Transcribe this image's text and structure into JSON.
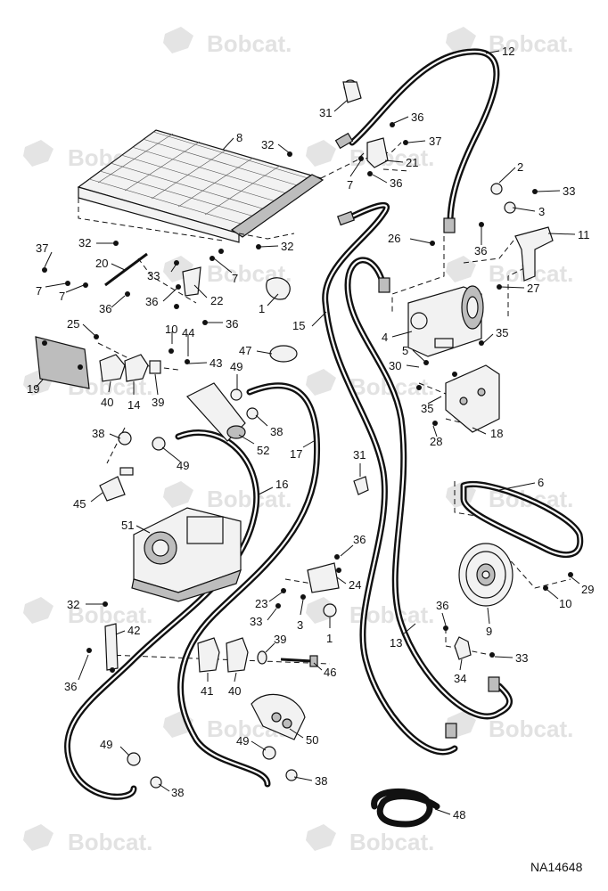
{
  "watermark": {
    "brand": "Bobcat."
  },
  "figure_id": "NA14648",
  "callouts": {
    "c12": "12",
    "c31a": "31",
    "c36a": "36",
    "c37a": "37",
    "c8": "8",
    "c32a": "32",
    "c21": "21",
    "c7a": "7",
    "c36b": "36",
    "c2": "2",
    "c33a": "33",
    "c3a": "3",
    "c26": "26",
    "c36c": "36",
    "c11": "11",
    "c37b": "37",
    "c32b": "32",
    "c32c": "32",
    "c20": "20",
    "c7b": "7",
    "c7c": "7",
    "c33b": "33",
    "c7d": "7",
    "c22": "22",
    "c36d": "36",
    "c36e": "36",
    "c1a": "1",
    "c36f": "36",
    "c27": "27",
    "c25": "25",
    "c10a": "10",
    "c44": "44",
    "c15": "15",
    "c4": "4",
    "c35a": "35",
    "c47": "47",
    "c43": "43",
    "c5": "5",
    "c30": "30",
    "c19": "19",
    "c40a": "40",
    "c14": "14",
    "c39a": "39",
    "c49a": "49",
    "c35b": "35",
    "c18": "18",
    "c38a": "38",
    "c28": "28",
    "c38b": "38",
    "c52": "52",
    "c17": "17",
    "c49b": "49",
    "c31b": "31",
    "c6": "6",
    "c45": "45",
    "c16": "16",
    "c51": "51",
    "c36g": "36",
    "c24": "24",
    "c23": "23",
    "c29": "29",
    "c10b": "10",
    "c32d": "32",
    "c33c": "33",
    "c3b": "3",
    "c1b": "1",
    "c36h": "36",
    "c9": "9",
    "c42": "42",
    "c13": "13",
    "c39b": "39",
    "c33d": "33",
    "c36i": "36",
    "c41": "41",
    "c40b": "40",
    "c46": "46",
    "c34": "34",
    "c50": "50",
    "c49c": "49",
    "c49d": "49",
    "c38c": "38",
    "c38d": "38",
    "c48": "48"
  }
}
